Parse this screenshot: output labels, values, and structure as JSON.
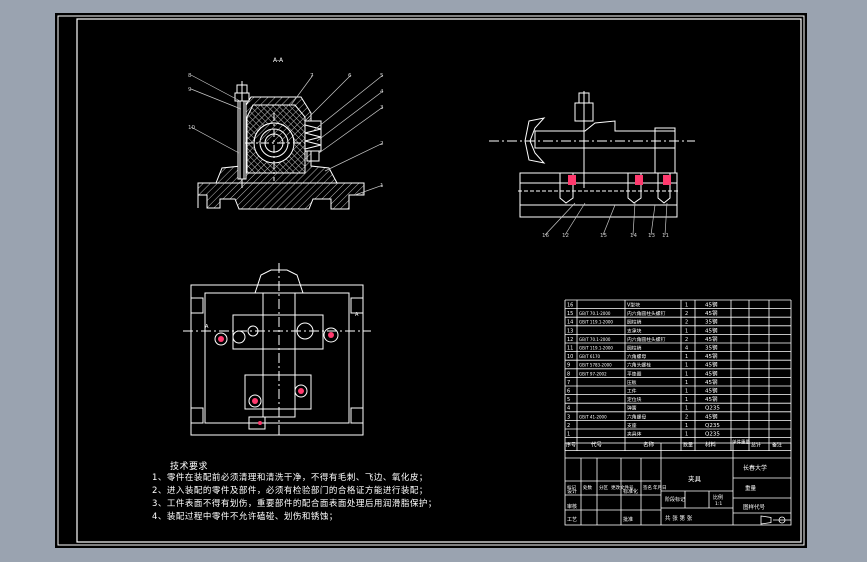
{
  "view_label": "A-A",
  "section_markers": [
    "A",
    "A"
  ],
  "balloons_front": [
    "8",
    "9",
    "7",
    "6",
    "5",
    "4",
    "3",
    "10",
    "2",
    "1"
  ],
  "balloons_side": [
    "16",
    "12",
    "15",
    "14",
    "13",
    "11"
  ],
  "tech_title": "技术要求",
  "tech_requirements": [
    "1、零件在装配前必须清理和清洗干净，不得有毛刺、飞边、氧化皮；",
    "2、进入装配的零件及部件，必须有检验部门的合格证方能进行装配；",
    "3、工件表面不得有划伤，重要部件的配合面表面处理后用润滑脂保护；",
    "4、装配过程中零件不允许磕碰、划伤和锈蚀；"
  ],
  "bom_rows": [
    {
      "no": "16",
      "code": "",
      "name": "V型块",
      "qty": "1",
      "mat": "45钢"
    },
    {
      "no": "15",
      "code": "GB/T 70.1-2000",
      "name": "内六角圆柱头螺钉",
      "qty": "2",
      "mat": "45钢"
    },
    {
      "no": "14",
      "code": "GB/T 119.1-2000",
      "name": "圆柱销",
      "qty": "2",
      "mat": "35钢"
    },
    {
      "no": "13",
      "code": "",
      "name": "支承块",
      "qty": "1",
      "mat": "45钢"
    },
    {
      "no": "12",
      "code": "GB/T 70.1-2000",
      "name": "内六角圆柱头螺钉",
      "qty": "2",
      "mat": "45钢"
    },
    {
      "no": "11",
      "code": "GB/T 119.1-2000",
      "name": "圆柱销",
      "qty": "4",
      "mat": "35钢"
    },
    {
      "no": "10",
      "code": "GB/T 6170",
      "name": "六角螺母",
      "qty": "1",
      "mat": "45钢"
    },
    {
      "no": "9",
      "code": "GB/T 5783-2000",
      "name": "六角头螺栓",
      "qty": "1",
      "mat": "45钢"
    },
    {
      "no": "8",
      "code": "GB/T 97-2002",
      "name": "平垫圈",
      "qty": "1",
      "mat": "45钢"
    },
    {
      "no": "7",
      "code": "",
      "name": "压板",
      "qty": "1",
      "mat": "45钢"
    },
    {
      "no": "6",
      "code": "",
      "name": "工件",
      "qty": "1",
      "mat": "45钢"
    },
    {
      "no": "5",
      "code": "",
      "name": "定位块",
      "qty": "1",
      "mat": "45钢"
    },
    {
      "no": "4",
      "code": "",
      "name": "弹簧",
      "qty": "1",
      "mat": "Q235"
    },
    {
      "no": "3",
      "code": "GB/T 41-2000",
      "name": "六角螺母",
      "qty": "2",
      "mat": "45钢"
    },
    {
      "no": "2",
      "code": "",
      "name": "支座",
      "qty": "1",
      "mat": "Q235"
    },
    {
      "no": "1",
      "code": "",
      "name": "夹具体",
      "qty": "1",
      "mat": "Q235"
    }
  ],
  "bom_header": {
    "no": "序号",
    "code": "代号",
    "name": "名称",
    "qty": "数量",
    "mat": "材料",
    "single_weight": "单件重量",
    "total_weight": "总计",
    "remark": "备注"
  },
  "title_block": {
    "drawing_name": "夹具",
    "school": "长春大学",
    "mark_label": "阶段标记",
    "weight_label": "重量",
    "scale_label": "比例",
    "scale_value": "1:1",
    "drawing_no_label": "图样代号",
    "sheets_text": "共  张  第  张",
    "row_labels": [
      "标记",
      "处数",
      "分区",
      "更改文件号",
      "签名",
      "年月日"
    ],
    "design_label": "设计",
    "standard_label": "标准化",
    "review_label": "审核",
    "process_label": "工艺",
    "approve_label": "批准"
  },
  "colors": {
    "sheet": "#000000",
    "frame": "#9aa3b0",
    "line": "#ffffff",
    "hatch": "#b9b9b9",
    "highlight": "#ff3a6e",
    "balloon": "#c8c8c8"
  }
}
